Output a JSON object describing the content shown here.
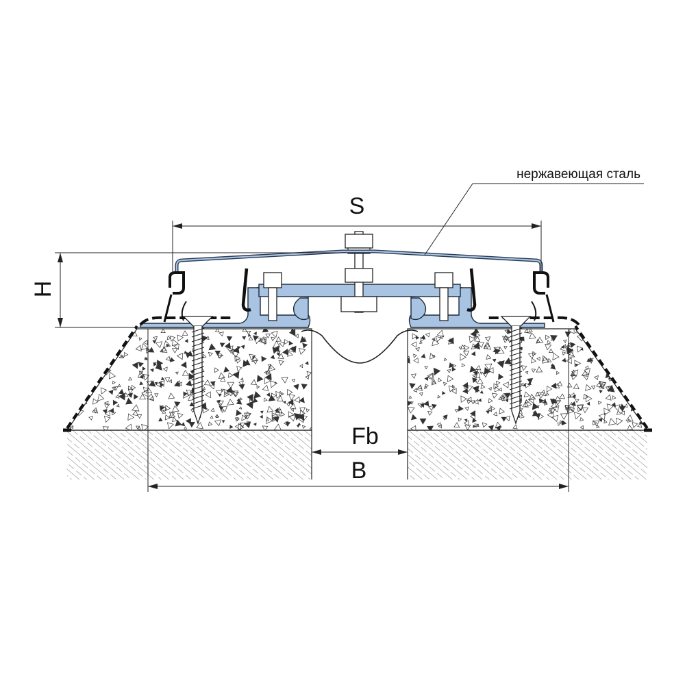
{
  "labels": {
    "material_callout": "нержавеющая сталь",
    "dim_s": "S",
    "dim_h": "H",
    "dim_fb": "Fb",
    "dim_b": "B"
  },
  "colors": {
    "aluminium_profile": "#a9c4e2",
    "profile_outline": "#1a2a3a",
    "steel_cover": "#7f9fc4",
    "rubber_seal": "#111111",
    "line": "#222222",
    "background": "#ffffff"
  }
}
